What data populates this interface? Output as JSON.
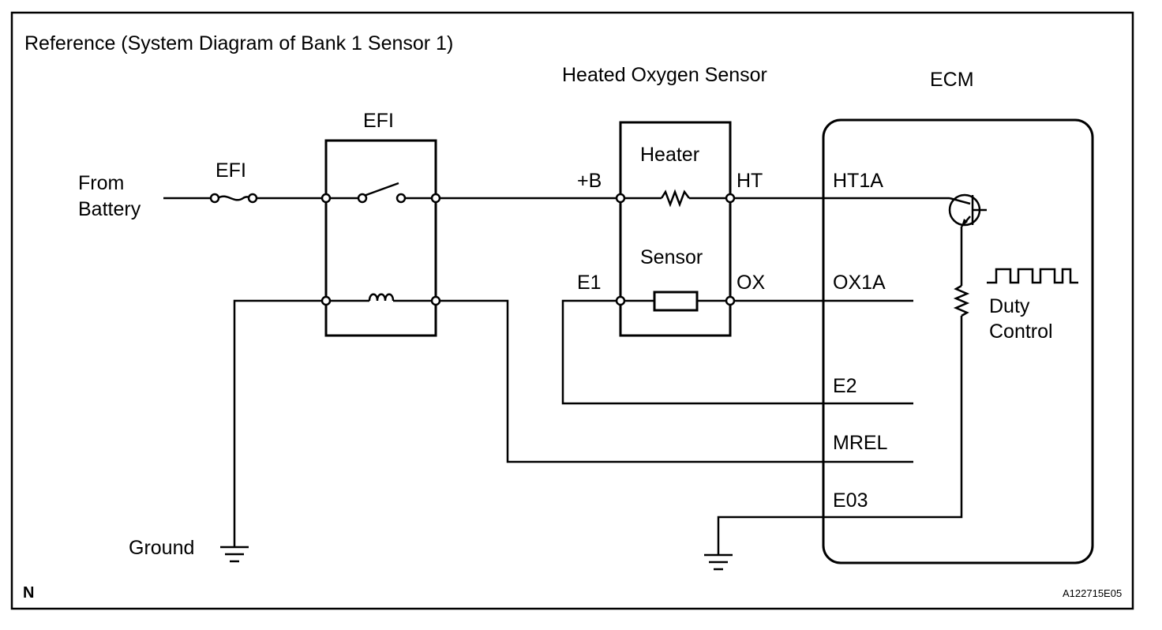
{
  "title": "Reference (System Diagram of Bank 1 Sensor 1)",
  "sensor_title": "Heated Oxygen Sensor",
  "ecm_title": "ECM",
  "efi_relay_label": "EFI",
  "efi_fuse_label": "EFI",
  "from_battery_line1": "From",
  "from_battery_line2": "Battery",
  "ground_label": "Ground",
  "heater_label": "Heater",
  "sensor_label": "Sensor",
  "pins": {
    "plus_b": "+B",
    "ht": "HT",
    "e1": "E1",
    "ox": "OX"
  },
  "ecm_pins": {
    "ht1a": "HT1A",
    "ox1a": "OX1A",
    "e2": "E2",
    "mrel": "MREL",
    "e03": "E03"
  },
  "duty_line1": "Duty",
  "duty_line2": "Control",
  "corner_letter": "N",
  "figure_code": "A122715E05"
}
